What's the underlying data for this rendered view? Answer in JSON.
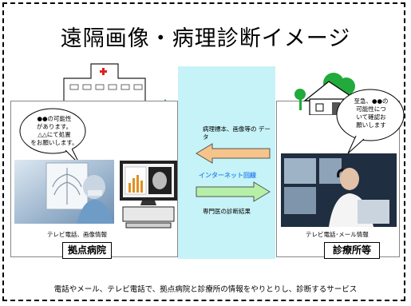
{
  "title": "遠隔画像・病理診断イメージ",
  "left_panel": {
    "bubble_lines": [
      "●●の可能性",
      "があります。",
      "△△にて処置",
      "をお願いします。"
    ],
    "caption": "テレビ電話、画像情報",
    "label": "拠点病院"
  },
  "right_panel": {
    "bubble_lines": [
      "至急、●●の",
      "可能性につ",
      "いて確認お",
      "願いします"
    ],
    "caption": "テレビ電話･メール情報",
    "label": "診療所等"
  },
  "center": {
    "top_text": "病理標本、画像等の データ",
    "network_text": "インターネット回線",
    "bottom_text": "専門医の診断結果"
  },
  "footer": "電話やメール、テレビ電話で、拠点病院と診療所の情報をやりとりし、診断するサービス",
  "colors": {
    "center_band": "#c6f3f7",
    "arrow_left": "#f6c48a",
    "arrow_right": "#b6f0a8",
    "network_text": "#3a8cf0",
    "tree": "#1aa33a"
  }
}
